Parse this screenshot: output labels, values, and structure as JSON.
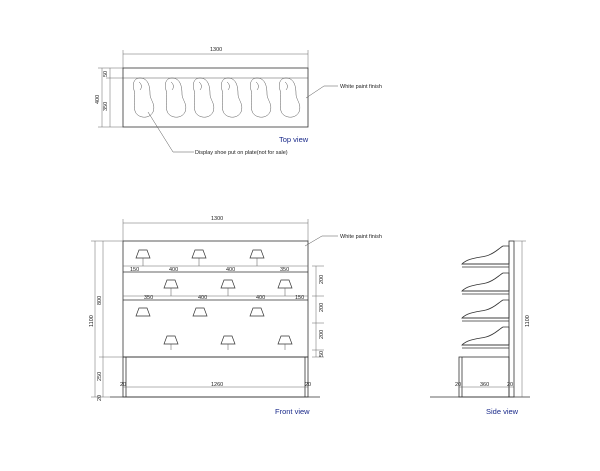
{
  "top_view": {
    "title": "Top view",
    "width_dim": "1300",
    "depth_dim": "400",
    "shelf_dim": "350",
    "front_gap_dim": "50",
    "finish_note": "White paint finish",
    "shoe_note": "Display shoe put on plate(not for sale)"
  },
  "front_view": {
    "title": "Front view",
    "width_dim": "1300",
    "finish_note": "White paint finish",
    "row1_dims": [
      "150",
      "400",
      "400",
      "350"
    ],
    "row2_dims": [
      "350",
      "400",
      "400",
      "150"
    ],
    "height_dims": [
      "200",
      "200",
      "200",
      "50"
    ],
    "total_height_dim": "1100",
    "upper_height_dim": "800",
    "base_height_dim": "250",
    "base_width_dim": "1260",
    "base_side_dim_left": "20",
    "base_side_dim_right": "20",
    "floor_dim": "20"
  },
  "side_view": {
    "title": "Side view",
    "height_dim": "1100",
    "base_depth_dim": "360",
    "side_dim_left": "20",
    "side_dim_right": "20"
  }
}
